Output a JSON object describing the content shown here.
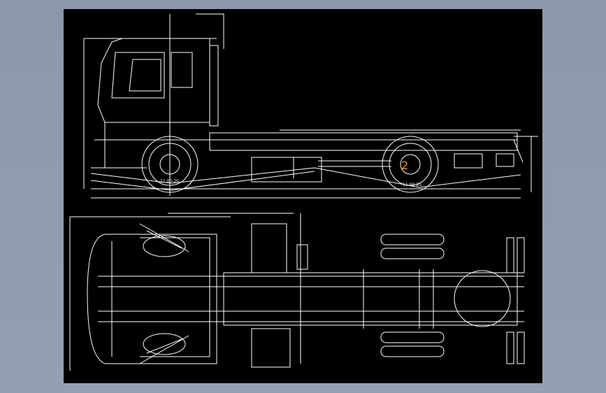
{
  "drawing": {
    "background_color": "#000000",
    "line_color": "#ffffff",
    "accent_color": "#f5901e",
    "side_view": {
      "front_tire_label": "11.00-20",
      "rear_tire_label": "11.00-20",
      "marker_label": "2"
    },
    "top_view": {}
  }
}
